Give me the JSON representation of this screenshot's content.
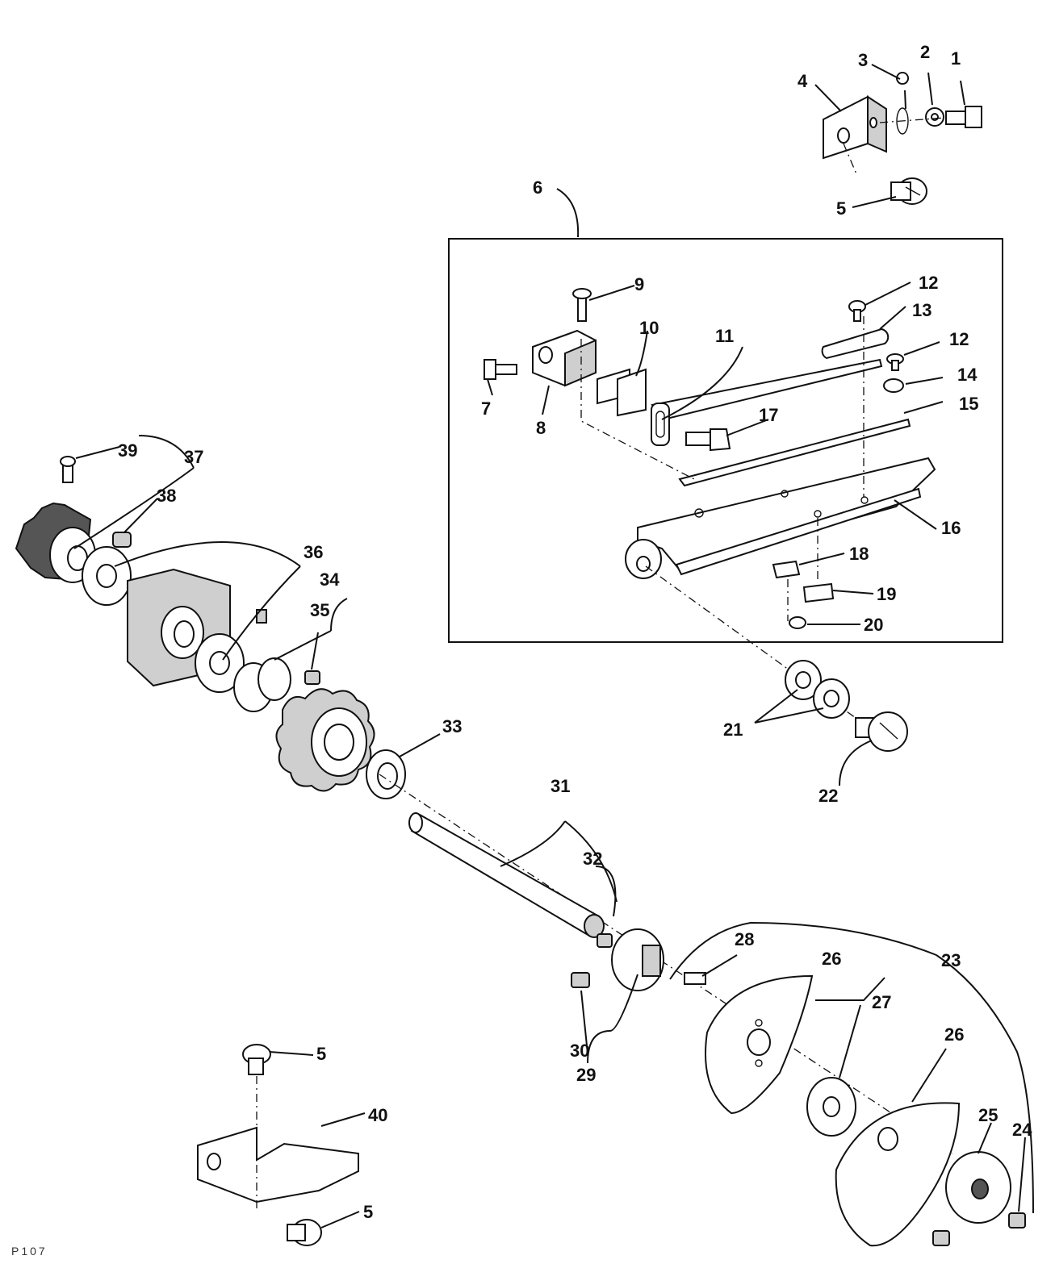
{
  "diagram": {
    "footer_code": "P107",
    "callouts": [
      {
        "id": "c1",
        "label": "1"
      },
      {
        "id": "c2",
        "label": "2"
      },
      {
        "id": "c3",
        "label": "3"
      },
      {
        "id": "c4",
        "label": "4"
      },
      {
        "id": "c5a",
        "label": "5"
      },
      {
        "id": "c6",
        "label": "6"
      },
      {
        "id": "c7",
        "label": "7"
      },
      {
        "id": "c8",
        "label": "8"
      },
      {
        "id": "c9",
        "label": "9"
      },
      {
        "id": "c10",
        "label": "10"
      },
      {
        "id": "c11",
        "label": "11"
      },
      {
        "id": "c12a",
        "label": "12"
      },
      {
        "id": "c12b",
        "label": "12"
      },
      {
        "id": "c13",
        "label": "13"
      },
      {
        "id": "c14",
        "label": "14"
      },
      {
        "id": "c15",
        "label": "15"
      },
      {
        "id": "c16",
        "label": "16"
      },
      {
        "id": "c17",
        "label": "17"
      },
      {
        "id": "c18",
        "label": "18"
      },
      {
        "id": "c19",
        "label": "19"
      },
      {
        "id": "c20",
        "label": "20"
      },
      {
        "id": "c21",
        "label": "21"
      },
      {
        "id": "c22",
        "label": "22"
      },
      {
        "id": "c23",
        "label": "23"
      },
      {
        "id": "c24",
        "label": "24"
      },
      {
        "id": "c25",
        "label": "25"
      },
      {
        "id": "c26a",
        "label": "26"
      },
      {
        "id": "c26b",
        "label": "26"
      },
      {
        "id": "c27",
        "label": "27"
      },
      {
        "id": "c28",
        "label": "28"
      },
      {
        "id": "c29",
        "label": "29"
      },
      {
        "id": "c30",
        "label": "30"
      },
      {
        "id": "c31",
        "label": "31"
      },
      {
        "id": "c32",
        "label": "32"
      },
      {
        "id": "c33",
        "label": "33"
      },
      {
        "id": "c34",
        "label": "34"
      },
      {
        "id": "c35",
        "label": "35"
      },
      {
        "id": "c36",
        "label": "36"
      },
      {
        "id": "c37",
        "label": "37"
      },
      {
        "id": "c38",
        "label": "38"
      },
      {
        "id": "c39",
        "label": "39"
      },
      {
        "id": "c40",
        "label": "40"
      },
      {
        "id": "c5b",
        "label": "5"
      },
      {
        "id": "c5c",
        "label": "5"
      }
    ]
  }
}
